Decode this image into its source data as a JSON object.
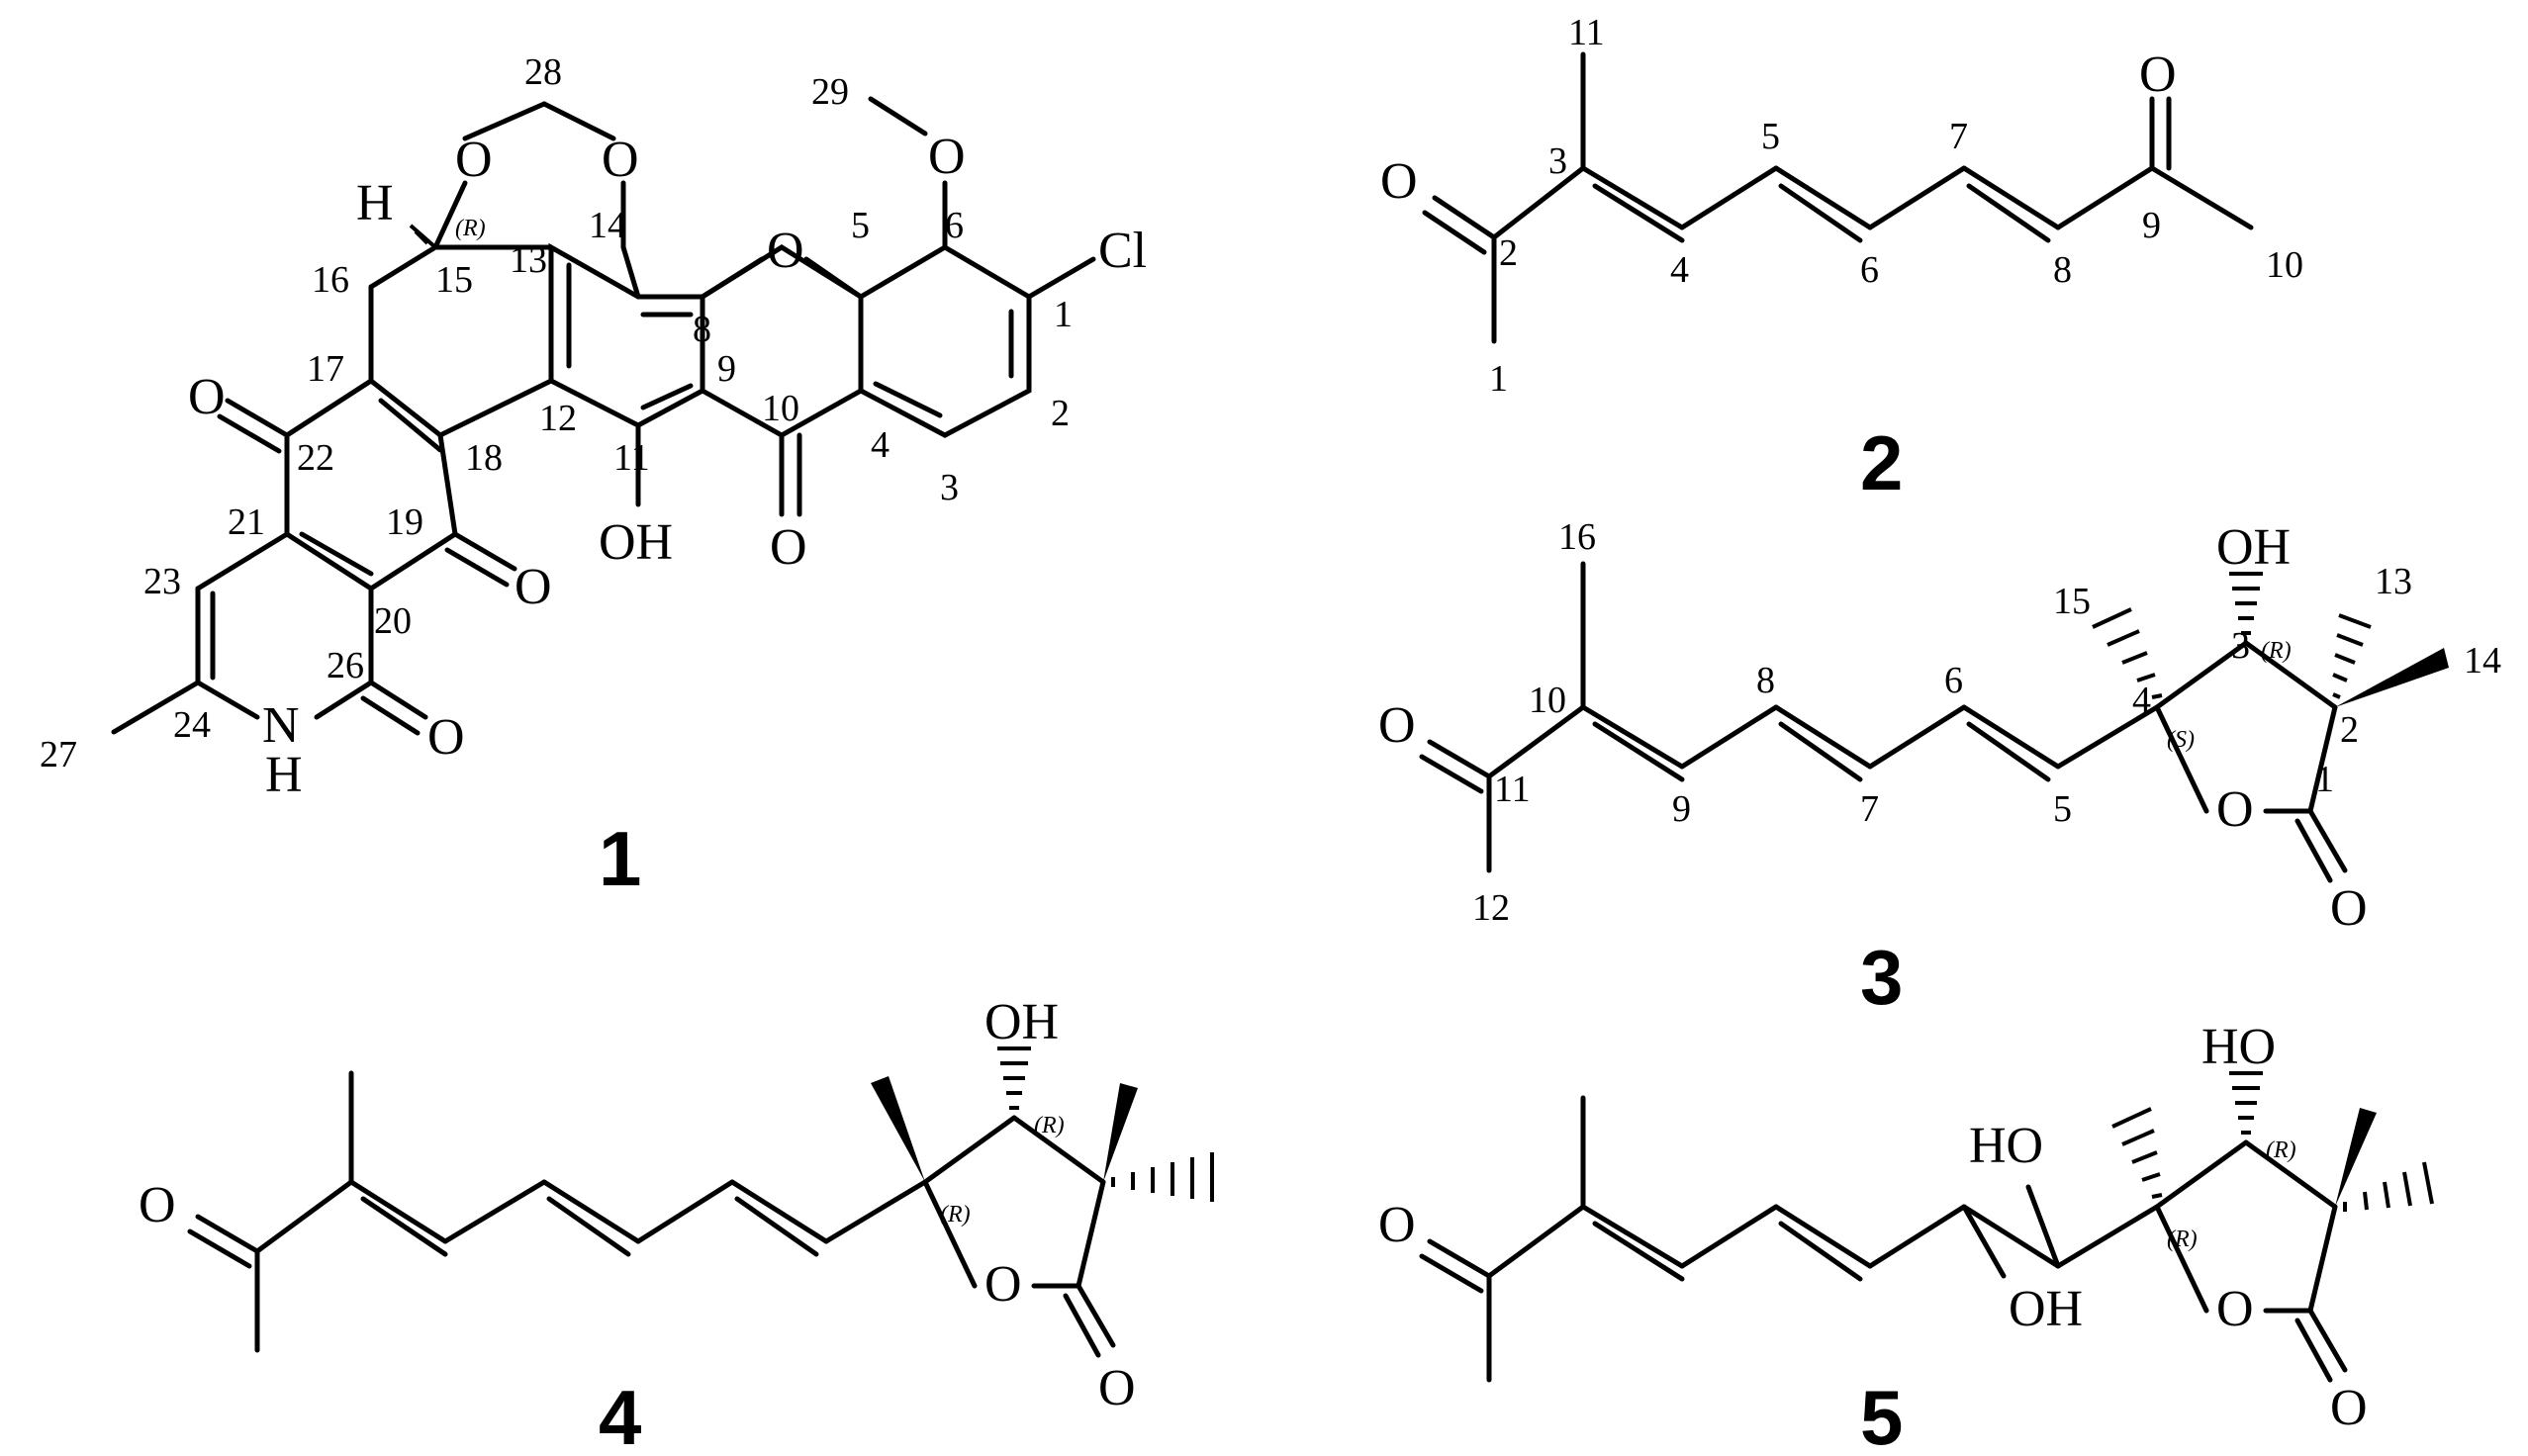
{
  "figure": {
    "compound_labels": [
      "1",
      "2",
      "3",
      "4",
      "5"
    ],
    "compound1": {
      "locants": [
        "1",
        "2",
        "3",
        "4",
        "5",
        "6",
        "8",
        "9",
        "10",
        "11",
        "12",
        "13",
        "14",
        "15",
        "16",
        "17",
        "18",
        "19",
        "20",
        "21",
        "22",
        "23",
        "24",
        "26",
        "27",
        "28",
        "29"
      ],
      "atoms": [
        "O",
        "O",
        "O",
        "O",
        "O",
        "O",
        "O",
        "O",
        "OH",
        "N",
        "H",
        "Cl",
        "H"
      ],
      "stereo": [
        "(R)"
      ]
    },
    "compound2": {
      "locants": [
        "1",
        "2",
        "3",
        "4",
        "5",
        "6",
        "7",
        "8",
        "9",
        "10",
        "11"
      ],
      "atoms": [
        "O",
        "O"
      ]
    },
    "compound3": {
      "locants": [
        "1",
        "2",
        "3",
        "4",
        "5",
        "6",
        "7",
        "8",
        "9",
        "10",
        "11",
        "12",
        "13",
        "14",
        "15",
        "16"
      ],
      "atoms": [
        "O",
        "O",
        "O",
        "OH"
      ],
      "stereo": [
        "(R)",
        "(S)"
      ]
    },
    "compound4": {
      "atoms": [
        "O",
        "O",
        "O",
        "OH"
      ],
      "stereo": [
        "(R)",
        "(R)"
      ]
    },
    "compound5": {
      "atoms": [
        "O",
        "O",
        "O",
        "HO",
        "HO",
        "OH"
      ],
      "stereo": [
        "(R)",
        "(R)"
      ]
    }
  }
}
